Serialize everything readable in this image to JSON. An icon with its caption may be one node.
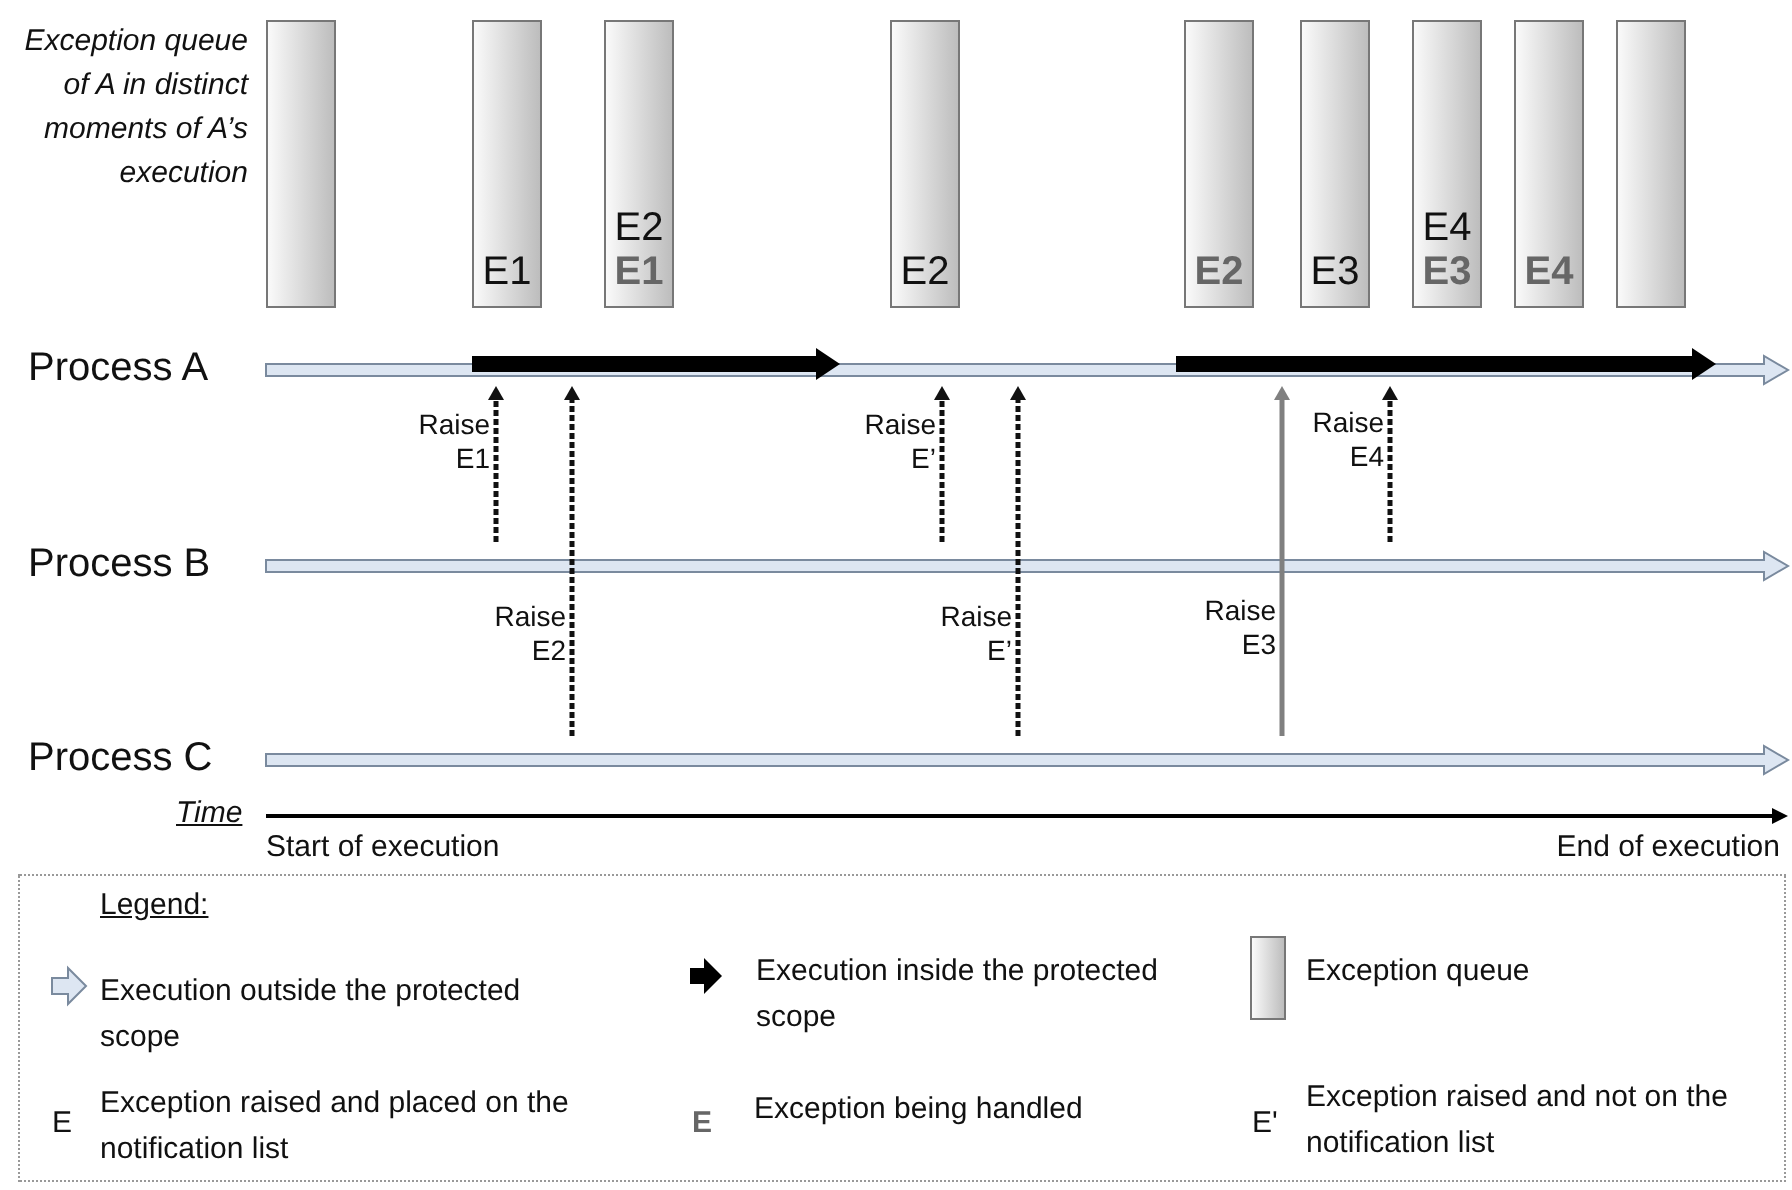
{
  "diagram": {
    "nodes": [
      {
        "text": [],
        "shape": "box"
      },
      {
        "text": [
          "E1"
        ]
      },
      {
        "text": [
          "E2",
          "E1"
        ]
      },
      {
        "text": [
          "E2"
        ]
      },
      {
        "text": [
          "E2"
        ]
      },
      {
        "text": [
          "E3"
        ]
      },
      {
        "text": [
          "E4",
          "E3"
        ]
      },
      {
        "text": [
          "E4"
        ]
      },
      {
        "text": [],
        "shape": "box"
      },
      {
        "text": [
          "Process A"
        ]
      },
      {
        "text": [
          "Process B"
        ]
      },
      {
        "text": [
          "Process C"
        ]
      }
    ],
    "edges": [
      {
        "from": 10,
        "to": 9,
        "arrow": "to",
        "label": "Raise E1",
        "style": "dashed"
      },
      {
        "from": 11,
        "to": 9,
        "arrow": "to",
        "label": "Raise E2",
        "style": "dashed"
      },
      {
        "from": 10,
        "to": 9,
        "arrow": "to",
        "label": "Raise E’",
        "style": "dashed"
      },
      {
        "from": 11,
        "to": 9,
        "arrow": "to",
        "label": "Raise E’",
        "style": "dashed"
      },
      {
        "from": 11,
        "to": 9,
        "arrow": "to",
        "label": "Raise E3",
        "color": "#808080"
      },
      {
        "from": 10,
        "to": 9,
        "arrow": "to",
        "label": "Raise E4",
        "style": "dashed"
      }
    ],
    "labels": [
      "Exception queue of A in distinct moments of A’s execution",
      "Time",
      "Start of execution",
      "End of execution",
      "Legend:",
      "E",
      "E",
      "E'"
    ],
    "legend": [
      {
        "text": "Execution outside the protected scope"
      },
      {
        "text": "Execution inside the protected scope"
      },
      {
        "text": "Exception queue"
      },
      {
        "text": "Exception raised and placed on the notification list"
      },
      {
        "text": "Exception being handled"
      },
      {
        "text": "Exception raised and not on the notification list"
      }
    ]
  }
}
